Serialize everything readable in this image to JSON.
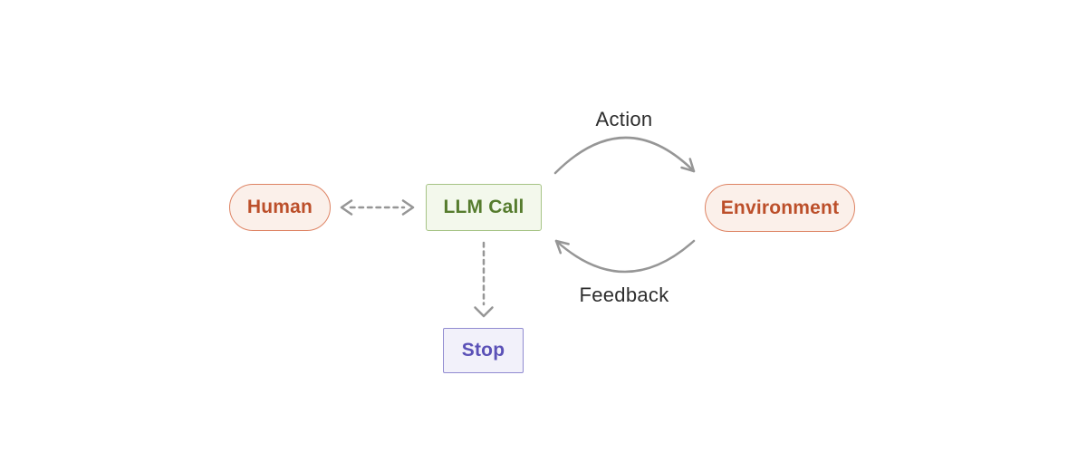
{
  "diagram": {
    "title": "agent-loop-diagram",
    "nodes": {
      "human": {
        "label": "Human",
        "shape": "pill"
      },
      "llm_call": {
        "label": "LLM Call",
        "shape": "rect"
      },
      "environment": {
        "label": "Environment",
        "shape": "pill"
      },
      "stop": {
        "label": "Stop",
        "shape": "rect"
      }
    },
    "edge_labels": {
      "action": "Action",
      "feedback": "Feedback"
    },
    "edges": [
      {
        "from": "human",
        "to": "llm_call",
        "style": "dashed",
        "direction": "both",
        "label": ""
      },
      {
        "from": "llm_call",
        "to": "environment",
        "style": "solid-curved-up",
        "direction": "forward",
        "label": "Action"
      },
      {
        "from": "environment",
        "to": "llm_call",
        "style": "solid-curved-down",
        "direction": "forward",
        "label": "Feedback"
      },
      {
        "from": "llm_call",
        "to": "stop",
        "style": "dashed",
        "direction": "down",
        "label": ""
      }
    ]
  },
  "colors": {
    "arrow": "#969696",
    "label": "#2d2d2d",
    "human-fill": "#fbf0ea",
    "human-border": "#de8363",
    "human-text": "#bc4f2a",
    "llm-fill": "#f3f8ec",
    "llm-border": "#a6c385",
    "llm-text": "#567c2e",
    "env-fill": "#fbf0ea",
    "env-border": "#de8363",
    "env-text": "#bc4f2a",
    "stop-fill": "#f2f1fa",
    "stop-border": "#918bd1",
    "stop-text": "#5b51b7"
  }
}
